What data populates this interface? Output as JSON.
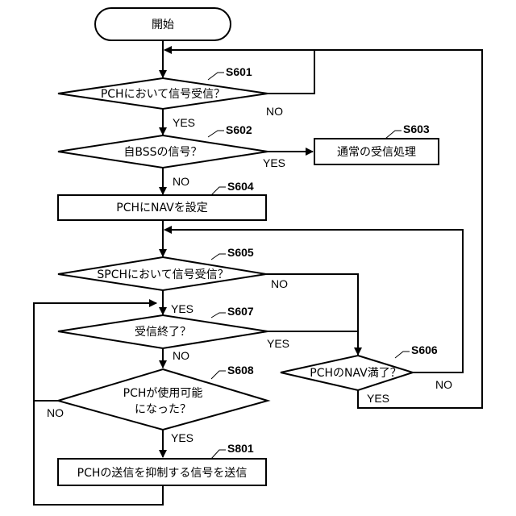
{
  "nodes": {
    "start": "開始",
    "s601": {
      "id": "S601",
      "text": "PCHにおいて信号受信？"
    },
    "s602": {
      "id": "S602",
      "text": "自BSSの信号？"
    },
    "s603": {
      "id": "S603",
      "text": "通常の受信処理"
    },
    "s604": {
      "id": "S604",
      "text": "PCHにNAVを設定"
    },
    "s605": {
      "id": "S605",
      "text": "SPCHにおいて信号受信？"
    },
    "s606": {
      "id": "S606",
      "text": "PCHのNAV満了？"
    },
    "s607": {
      "id": "S607",
      "text": "受信終了？"
    },
    "s608": {
      "id": "S608",
      "line1": "PCHが使用可能",
      "line2": "になった？"
    },
    "s801": {
      "id": "S801",
      "text": "PCHの送信を抑制する信号を送信"
    }
  },
  "edges": {
    "s601_no": "NO",
    "s601_yes": "YES",
    "s602_yes": "YES",
    "s602_no": "NO",
    "s605_no": "NO",
    "s605_yes": "YES",
    "s607_yes": "YES",
    "s607_no": "NO",
    "s606_no": "NO",
    "s606_yes": "YES",
    "s608_yes": "YES",
    "s608_no": "NO"
  }
}
